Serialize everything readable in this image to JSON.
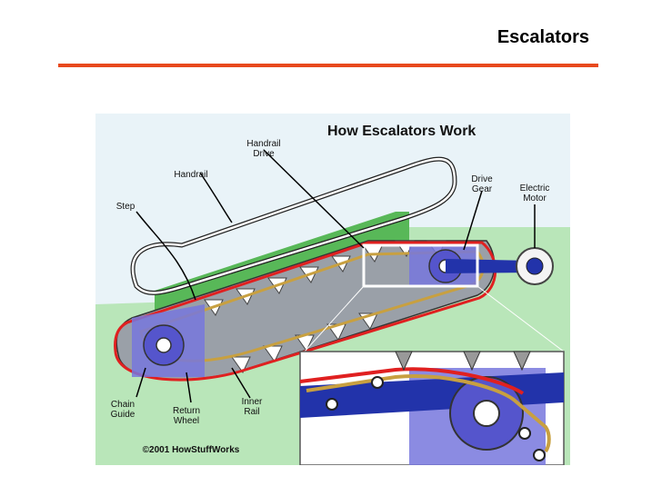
{
  "slide": {
    "title": "Escalators"
  },
  "diagram": {
    "heading": "How Escalators Work",
    "labels": {
      "handrail_drive_line1": "Handrail",
      "handrail_drive_line2": "Drive",
      "handrail": "Handrail",
      "step": "Step",
      "drive_gear_line1": "Drive",
      "drive_gear_line2": "Gear",
      "electric_motor_line1": "Electric",
      "electric_motor_line2": "Motor",
      "chain_guide_line1": "Chain",
      "chain_guide_line2": "Guide",
      "return_wheel_line1": "Return",
      "return_wheel_line2": "Wheel",
      "inner_rail_line1": "Inner",
      "inner_rail_line2": "Rail"
    },
    "copyright": "©2001 HowStuffWorks",
    "colors": {
      "accent_rule": "#e8491d",
      "chain": "#e02020",
      "rail": "#c8a040",
      "gear": "#7777dd",
      "ground": "#b9e6b9",
      "sky": "#e9f3f8"
    }
  }
}
